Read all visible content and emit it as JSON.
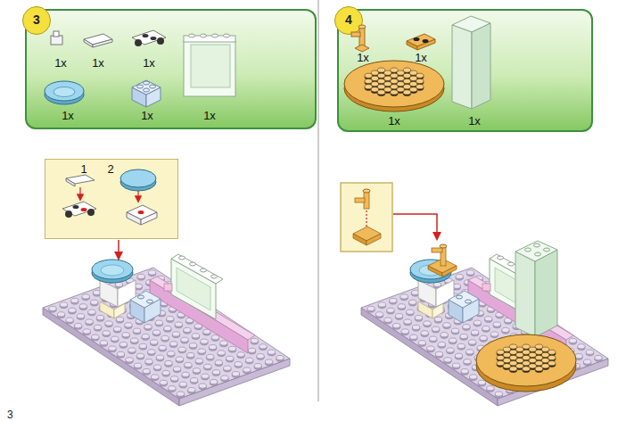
{
  "diagram": {
    "nodes": [
      {
        "text": [
          "1x",
          "1x",
          "1x",
          "1x",
          "1x",
          "1x"
        ]
      },
      {
        "text": [
          "3"
        ],
        "in": 0
      },
      {
        "text": [
          "1",
          "2"
        ]
      },
      {
        "text": [
          "1x",
          "1x",
          "1x",
          "1x"
        ]
      },
      {
        "text": [
          "4"
        ],
        "in": 3
      }
    ],
    "labels": [
      "3"
    ]
  }
}
